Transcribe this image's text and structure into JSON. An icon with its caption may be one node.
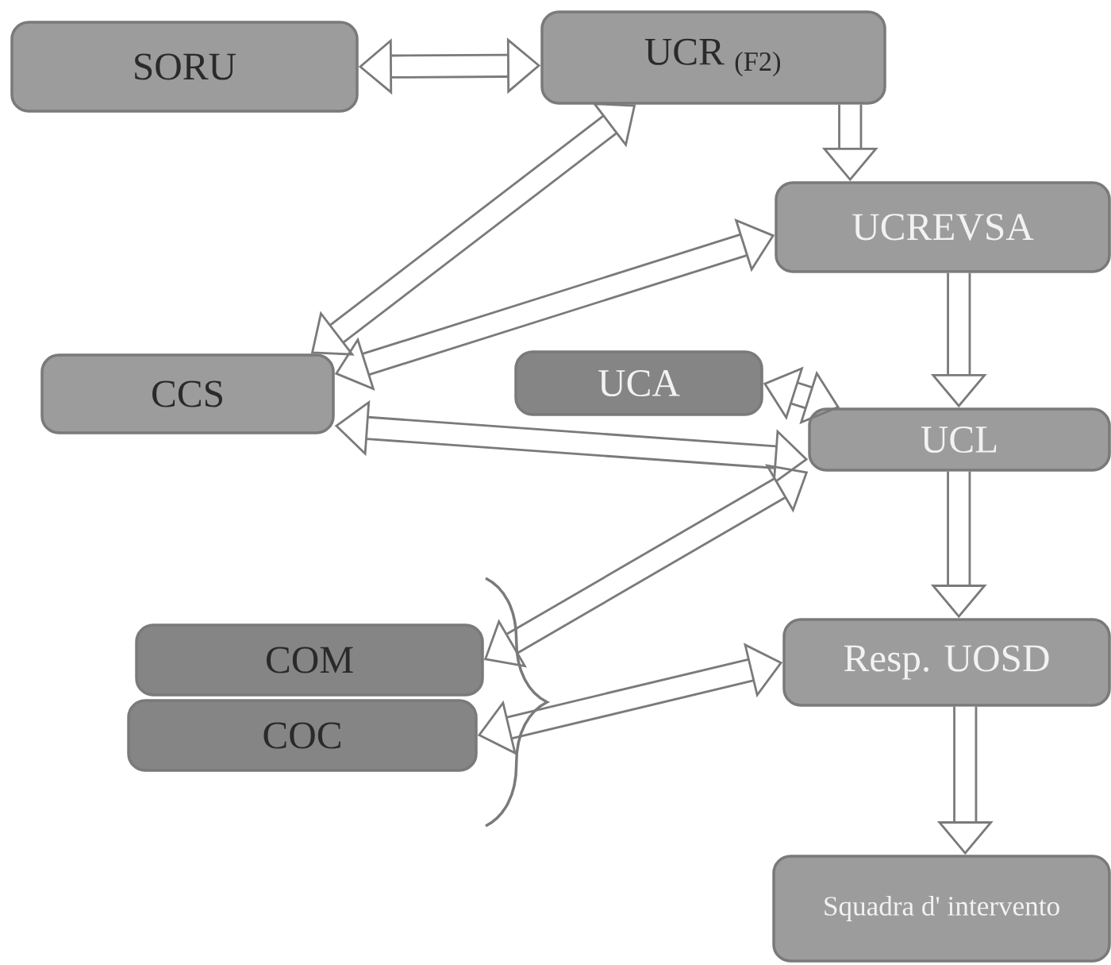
{
  "diagram": {
    "nodes": [
      {
        "text": [
          "SORU"
        ]
      },
      {
        "text": [
          "UCR $_{(F2)}$"
        ]
      },
      {
        "text": [
          "UCREVSA"
        ]
      },
      {
        "text": [
          "CCS"
        ]
      },
      {
        "text": [
          "UCA"
        ]
      },
      {
        "text": [
          "UCL"
        ]
      },
      {
        "text": [
          "COM"
        ]
      },
      {
        "text": [
          "COC"
        ]
      },
      {
        "text": [
          "Resp. UOSD"
        ]
      },
      {
        "text": [
          "Squadra d' intervento"
        ]
      }
    ],
    "edges": [
      {
        "from": 0,
        "to": 1,
        "arrow": "both"
      },
      {
        "from": 1,
        "to": 2,
        "arrow": "to"
      },
      {
        "from": 2,
        "to": 5,
        "arrow": "to"
      },
      {
        "from": 5,
        "to": 8,
        "arrow": "to"
      },
      {
        "from": 8,
        "to": 9,
        "arrow": "to"
      },
      {
        "from": 3,
        "to": 1,
        "arrow": "both"
      },
      {
        "from": 3,
        "to": 2,
        "arrow": "both"
      },
      {
        "from": 3,
        "to": 5,
        "arrow": "both"
      },
      {
        "from": 4,
        "to": 5,
        "arrow": "both"
      },
      {
        "from": 6,
        "to": 5,
        "arrow": "both"
      },
      {
        "from": 7,
        "to": 8,
        "arrow": "both"
      }
    ]
  }
}
